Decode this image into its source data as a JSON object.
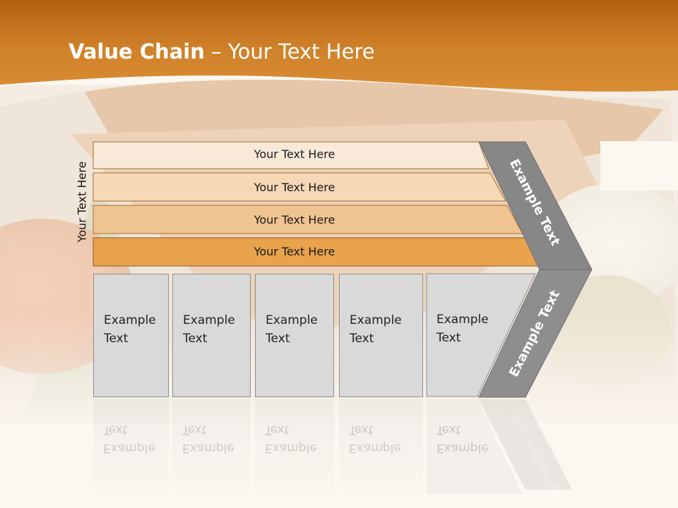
{
  "slide": {
    "title_bold": "Value Chain",
    "title_rest": " – Your Text Here",
    "side_label": "Your Text Here",
    "bars": [
      {
        "label": "Your Text Here",
        "color": "#f8e9d9"
      },
      {
        "label": "Your Text Here",
        "color": "#f6d7b6"
      },
      {
        "label": "Your Text Here",
        "color": "#f0c490"
      },
      {
        "label": "Your Text Here",
        "color": "#e8a34c"
      }
    ],
    "boxes": [
      {
        "line1": "Example",
        "line2": "Text"
      },
      {
        "line1": "Example",
        "line2": "Text"
      },
      {
        "line1": "Example",
        "line2": "Text"
      },
      {
        "line1": "Example",
        "line2": "Text"
      },
      {
        "line1": "Example",
        "line2": "Text"
      }
    ],
    "arrow_top_label": "Example Text",
    "arrow_bottom_label": "Example Text",
    "colors": {
      "header": "#c9721a",
      "arrow_top": "#878787",
      "arrow_bottom": "#8e8e8e"
    }
  }
}
